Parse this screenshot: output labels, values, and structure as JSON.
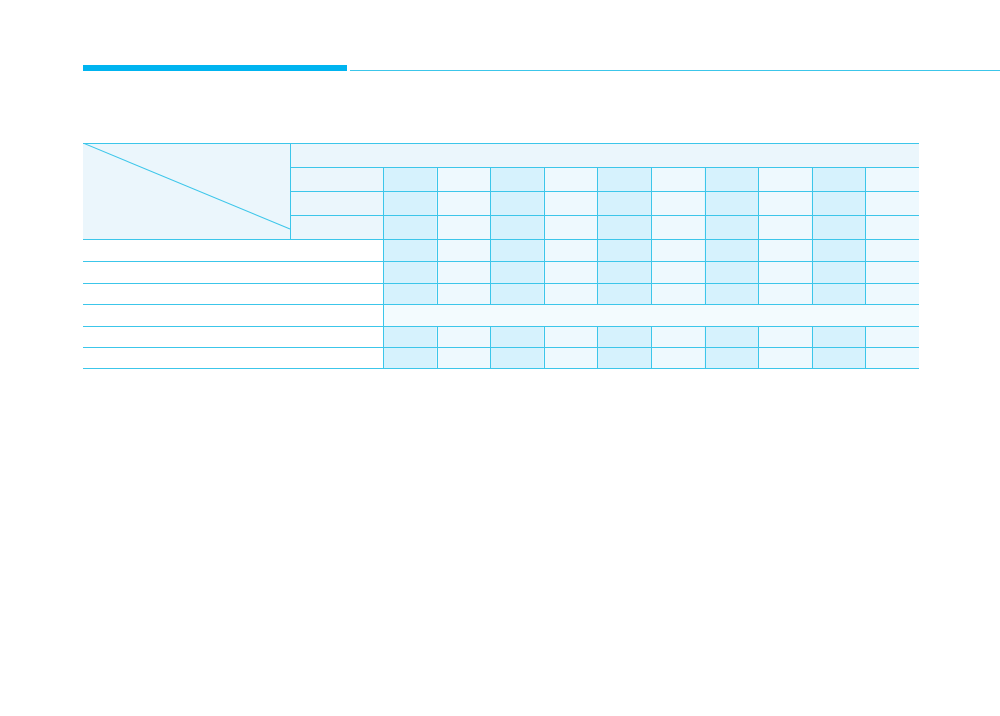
{
  "colors": {
    "accent": "#00b4f0",
    "rule": "#3cc6ea",
    "header_fill": "#ebf6fc",
    "shaded_col": "#d6f2fd",
    "light_col": "#eef9fe",
    "merged_row": "#f3fbfe"
  },
  "table": {
    "header_rows": 4,
    "body_rows": 6,
    "value_columns": 10,
    "merged_row_index": 3,
    "shaded_columns": [
      0,
      2,
      4,
      6,
      8
    ],
    "cells_text": []
  }
}
